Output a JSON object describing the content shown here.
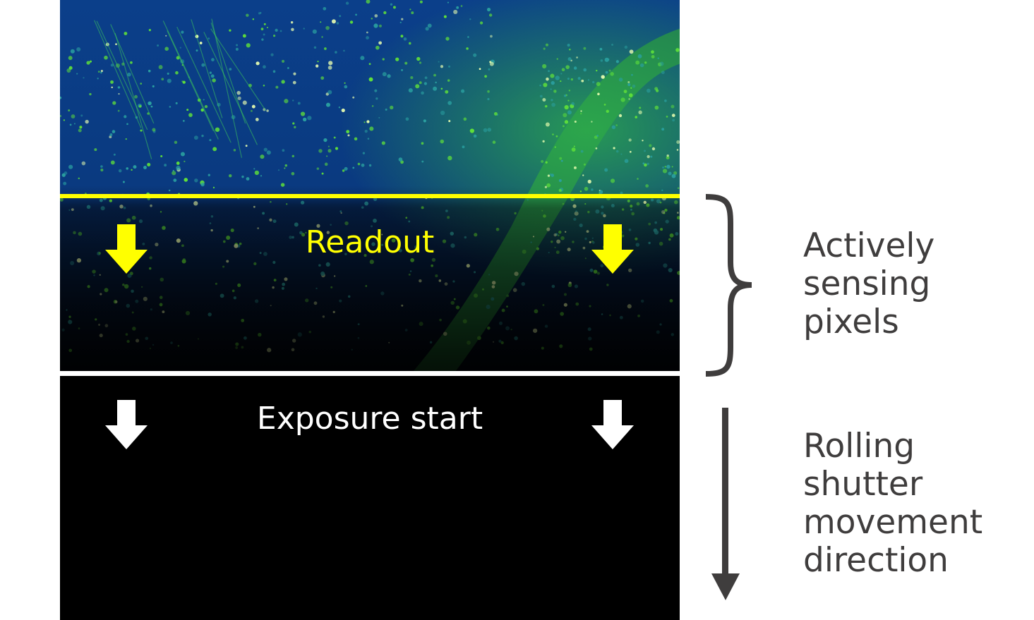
{
  "labels": {
    "readout": "Readout",
    "exposure_start": "Exposure start",
    "actively_sensing": [
      "Actively",
      "sensing",
      "pixels"
    ],
    "rolling_shutter": [
      "Rolling",
      "shutter",
      "movement",
      "direction"
    ]
  },
  "colors": {
    "readout": "#ffff00",
    "exposure": "#ffffff",
    "annotation": "#3f3d3d"
  }
}
